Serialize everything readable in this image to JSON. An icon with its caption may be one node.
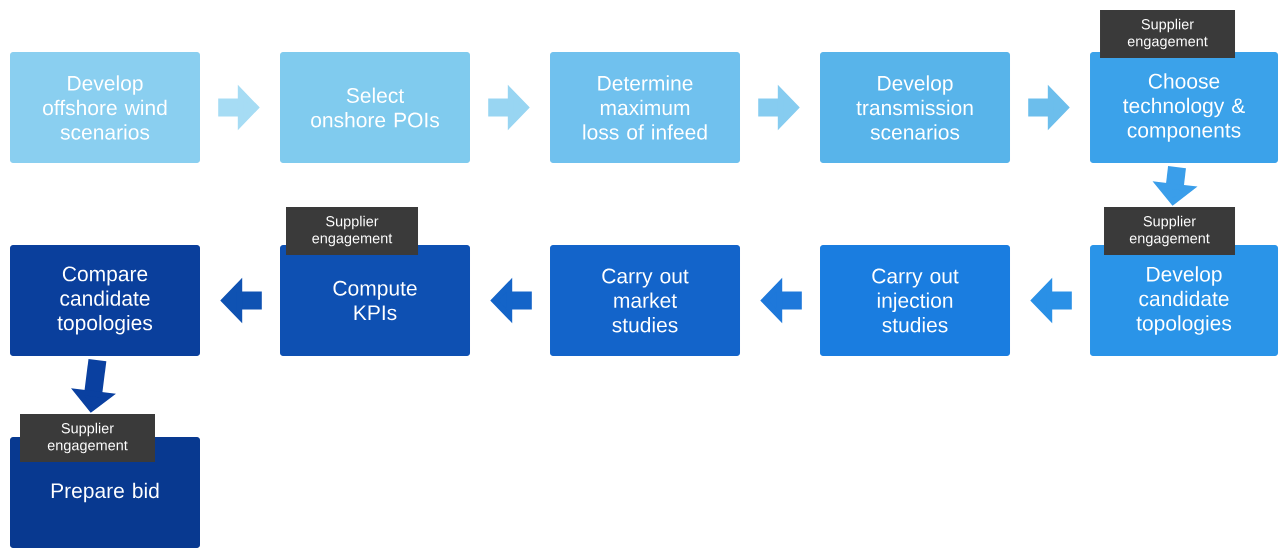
{
  "diagram": {
    "nodes": [
      {
        "text": [
          "Develop offshore wind scenarios"
        ]
      },
      {
        "text": [
          "Select onshore POIs"
        ]
      },
      {
        "text": [
          "Determine maximum loss of infeed"
        ]
      },
      {
        "text": [
          "Develop transmission scenarios"
        ]
      },
      {
        "text": [
          "Supplier engagement"
        ]
      },
      {
        "text": [
          "Choose technology & components"
        ]
      },
      {
        "text": [
          "Supplier engagement"
        ]
      },
      {
        "text": [
          "Supplier engagement"
        ]
      },
      {
        "text": [
          "Compare candidate topologies"
        ]
      },
      {
        "text": [
          "Compute KPIs"
        ]
      },
      {
        "text": [
          "Carry out market studies"
        ]
      },
      {
        "text": [
          "Carry out injection studies"
        ]
      },
      {
        "text": [
          "Develop candidate topologies"
        ]
      },
      {
        "text": [
          "Supplier engagement"
        ]
      },
      {
        "text": [
          "Prepare bid"
        ]
      }
    ],
    "edges": [
      {
        "from": 0,
        "to": 1,
        "arrow": "to",
        "color": "#a6dcf4"
      },
      {
        "from": 1,
        "to": 2,
        "arrow": "to",
        "color": "#98d5f2"
      },
      {
        "from": 2,
        "to": 3,
        "arrow": "to",
        "color": "#86ccf0"
      },
      {
        "from": 3,
        "to": 5,
        "arrow": "to",
        "color": "#6cbeec"
      },
      {
        "from": 5,
        "to": 7,
        "arrow": "to",
        "color": "#3a9eea"
      },
      {
        "from": 12,
        "to": 11,
        "arrow": "to",
        "color": "#2a90e6"
      },
      {
        "from": 11,
        "to": 10,
        "arrow": "to",
        "color": "#1e78da"
      },
      {
        "from": 10,
        "to": 9,
        "arrow": "to",
        "color": "#1464c8"
      },
      {
        "from": 9,
        "to": 8,
        "arrow": "to",
        "color": "#0f52b2"
      },
      {
        "from": 8,
        "to": 13,
        "arrow": "to",
        "color": "#0a40a0"
      }
    ]
  }
}
